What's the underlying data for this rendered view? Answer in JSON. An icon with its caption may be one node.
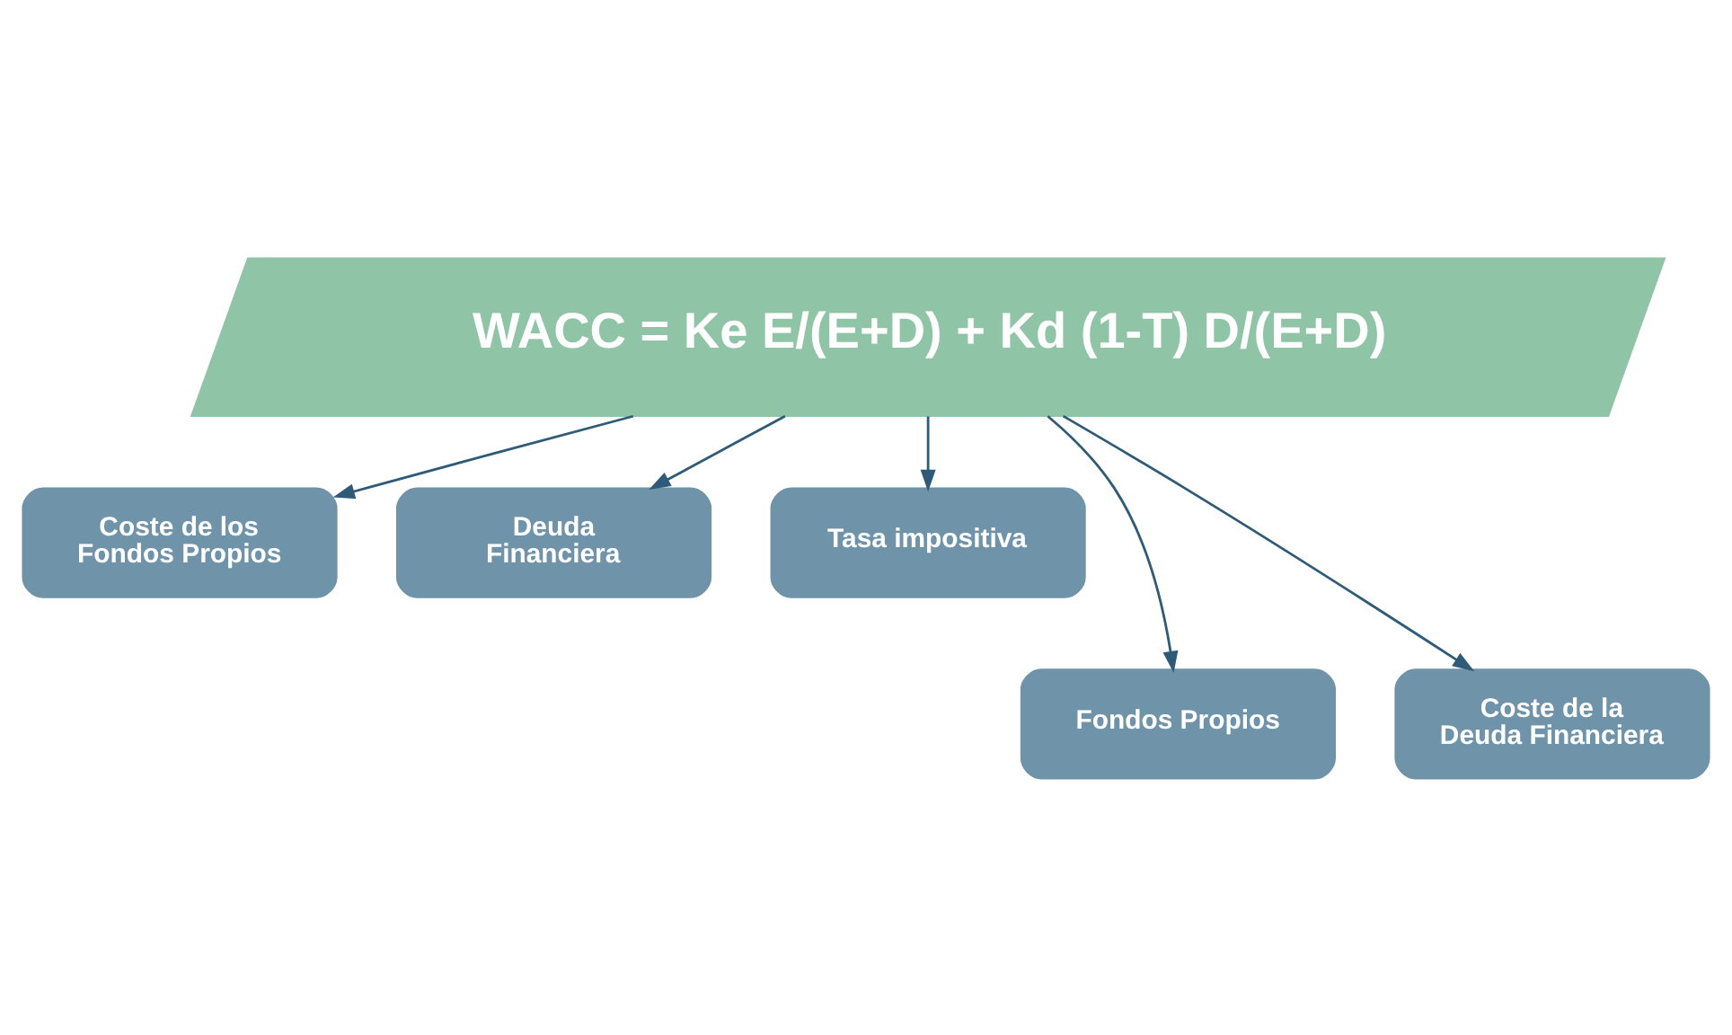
{
  "diagram": {
    "nodes": [
      {
        "text": [
          "WACC = Ke E/(E+D) + Kd (1-T) D/(E+D)"
        ]
      },
      {
        "text": [
          "Coste de los Fondos Propios"
        ]
      },
      {
        "text": [
          "Deuda Financiera"
        ]
      },
      {
        "text": [
          "Tasa impositiva"
        ]
      },
      {
        "text": [
          "Fondos Propios"
        ]
      },
      {
        "text": [
          "Coste de la Deuda Financiera"
        ]
      }
    ],
    "edges": [
      {
        "from": 0,
        "to": 1,
        "arrow": "to"
      },
      {
        "from": 0,
        "to": 4,
        "arrow": "to"
      },
      {
        "from": 0,
        "to": 2,
        "arrow": "to"
      },
      {
        "from": 0,
        "to": 5,
        "arrow": "to"
      },
      {
        "from": 0,
        "to": 3,
        "arrow": "to"
      }
    ]
  }
}
